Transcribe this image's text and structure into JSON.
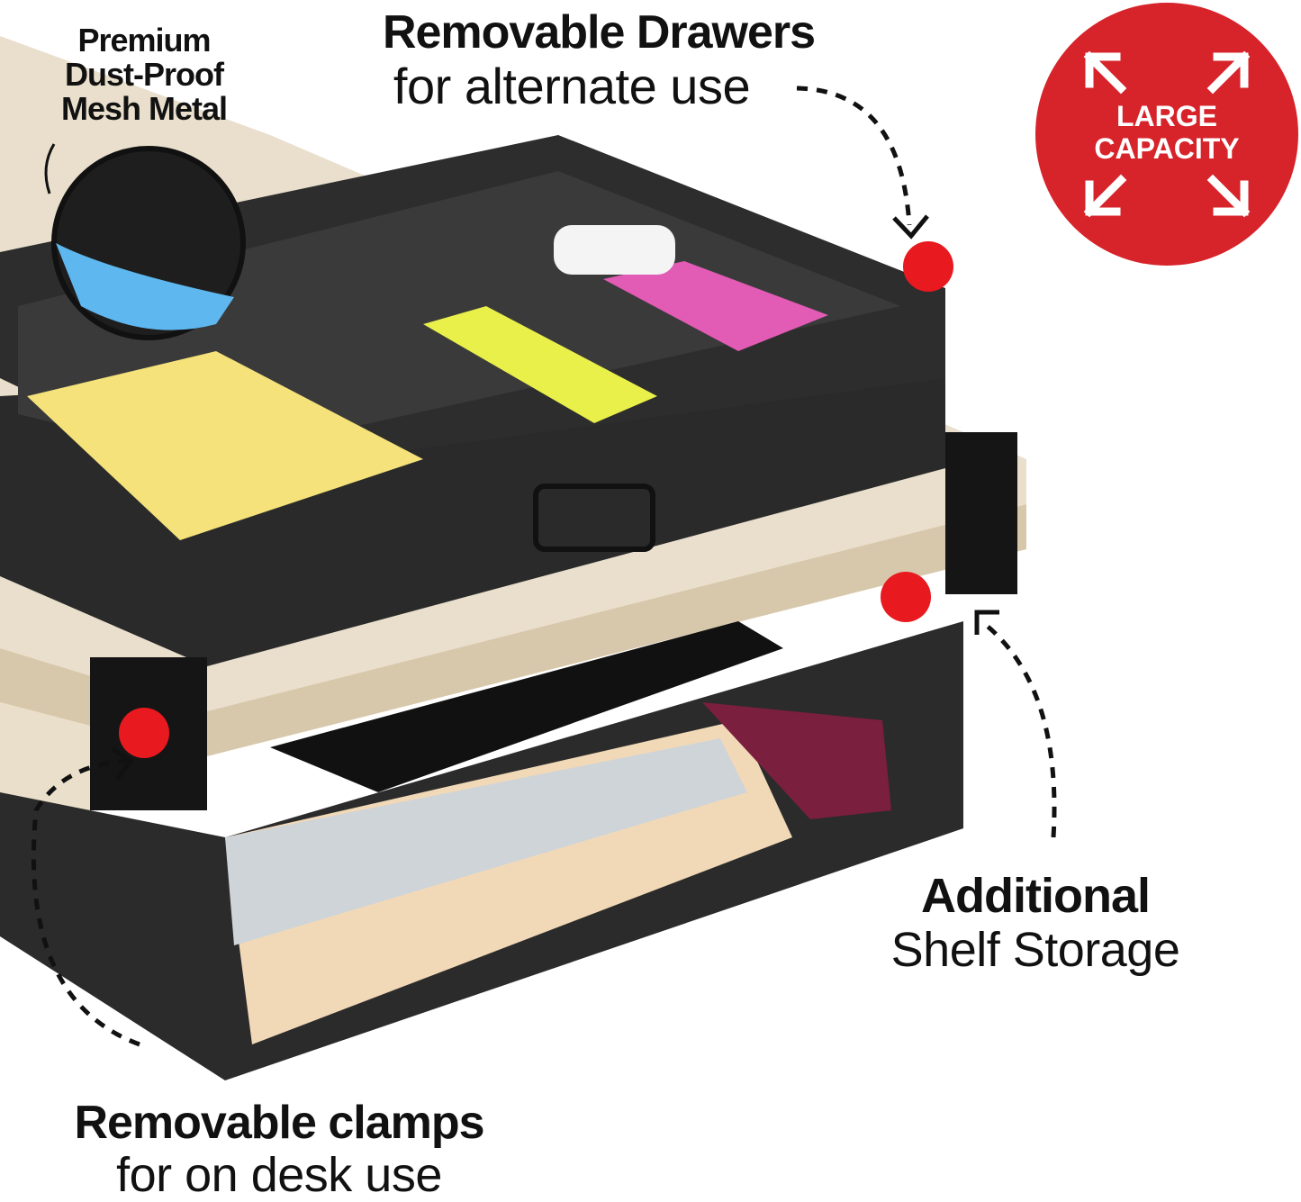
{
  "labels": {
    "mesh": {
      "line1": "Premium",
      "line2": "Dust-Proof",
      "line3": "Mesh Metal"
    },
    "drawers": {
      "title": "Removable Drawers",
      "subtitle": "for alternate use"
    },
    "shelf": {
      "title": "Additional",
      "subtitle": "Shelf Storage"
    },
    "clamps": {
      "title": "Removable clamps",
      "subtitle": "for on desk use"
    }
  },
  "badge": {
    "line1": "LARGE",
    "line2": "CAPACITY",
    "icon": "expand-arrows-icon"
  },
  "colors": {
    "accent": "#d7232a",
    "dot": "#e8191f",
    "desk": "#e6d9c3",
    "mesh": "#2a2a2a"
  }
}
